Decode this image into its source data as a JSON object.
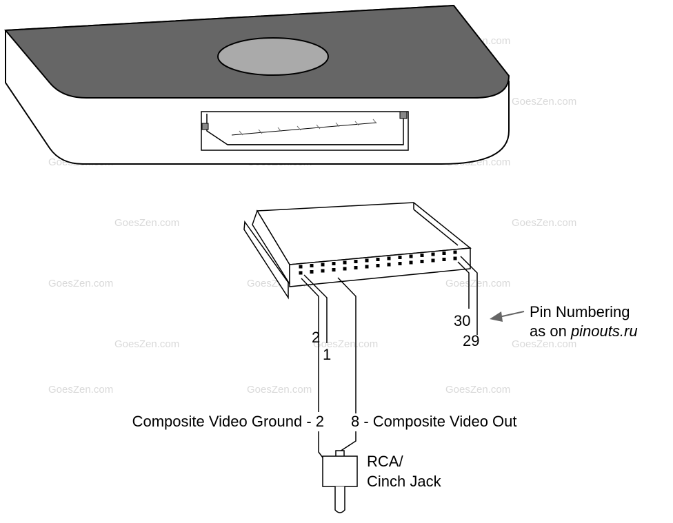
{
  "watermark": "GoesZen.com",
  "labels": {
    "pin_2": "2",
    "pin_1": "1",
    "pin_30": "30",
    "pin_29": "29",
    "numbering_line1": "Pin Numbering",
    "numbering_line2_prefix": "as on ",
    "numbering_line2_site": "pinouts.ru",
    "video_ground": "Composite Video Ground - 2",
    "video_out": "8 - Composite Video Out",
    "rca_line1": "RCA/",
    "rca_line2": "Cinch Jack"
  },
  "colors": {
    "device_top": "#666666",
    "device_button": "#aaaaaa",
    "arrow": "#666666",
    "watermark": "#d9d9d9"
  }
}
